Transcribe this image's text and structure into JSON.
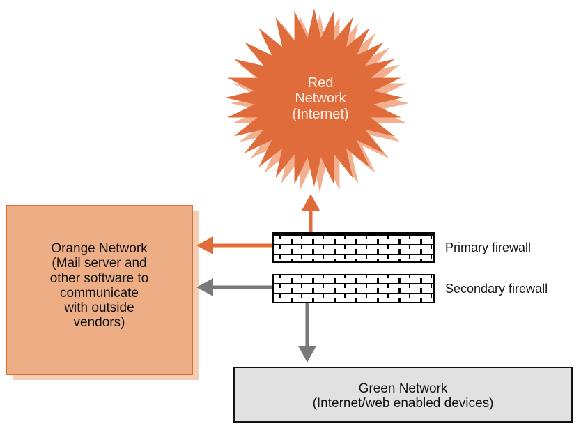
{
  "red_network": {
    "lines": [
      "Red",
      "Network",
      "(Internet)"
    ],
    "color": "#E06C3C",
    "shadow_color": "#F2B08F"
  },
  "orange_network": {
    "lines": [
      "Orange Network",
      "(Mail server and",
      "other software to",
      "communicate",
      "with outside",
      "vendors)"
    ],
    "fill": "#EDAE86",
    "border": "#E06C3C",
    "shadow_color": "#F5CDB2"
  },
  "green_network": {
    "lines": [
      "Green Network",
      "(Internet/web enabled devices)"
    ],
    "fill": "#E1E1E1",
    "border": "#111111"
  },
  "firewalls": {
    "primary": "Primary firewall",
    "secondary": "Secondary firewall"
  },
  "arrows": {
    "orange_color": "#E06C3C",
    "gray_color": "#7A7A7A"
  }
}
